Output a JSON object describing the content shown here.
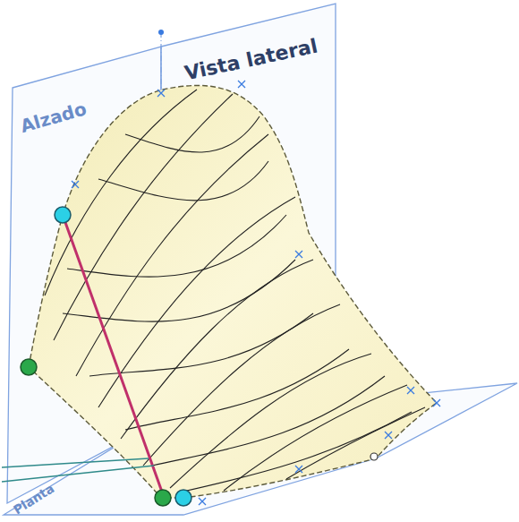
{
  "diagram": {
    "labels": [
      "Alzado",
      "Vista lateral",
      "Planta"
    ]
  }
}
